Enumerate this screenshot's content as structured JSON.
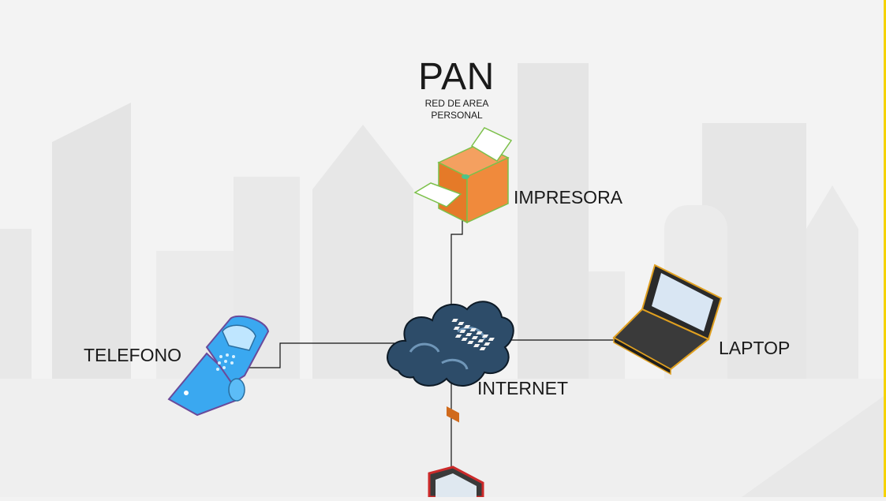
{
  "diagram": {
    "title": "PAN",
    "subtitle_line1": "RED DE AREA",
    "subtitle_line2": "PERSONAL",
    "nodes": {
      "printer": {
        "label": "IMPRESORA",
        "icon": "printer-icon"
      },
      "phone": {
        "label": "TELEFONO",
        "icon": "mobile-phone-icon"
      },
      "laptop": {
        "label": "LAPTOP",
        "icon": "laptop-icon"
      },
      "internet": {
        "label": "INTERNET",
        "icon": "cloud-icon"
      },
      "desktop": {
        "icon": "computer-monitor-icon"
      }
    },
    "colors": {
      "printer": "#f08a3c",
      "phone": "#3aa8f0",
      "cloud": "#2b4a66",
      "monitor_frame": "#cc2a2a",
      "accent_edge": "#f5d200"
    }
  }
}
